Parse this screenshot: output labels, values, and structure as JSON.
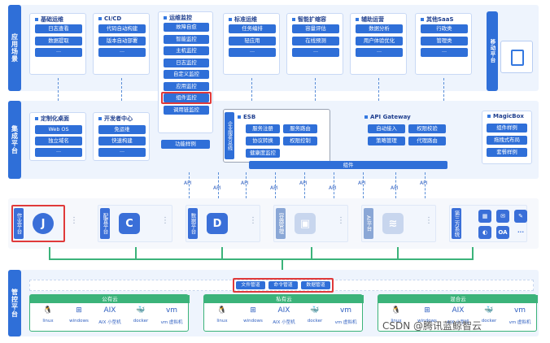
{
  "app_layer": {
    "label": "应用场景",
    "cards": [
      {
        "title": "基础运维",
        "items": [
          "日志查看",
          "数据提取",
          "···"
        ]
      },
      {
        "title": "CI/CD",
        "items": [
          "代码自动构建",
          "版本自动部署",
          "···"
        ]
      },
      {
        "title": "运维监控",
        "items": [
          "故障自愈",
          "智能监控",
          "主机监控",
          "日志监控",
          "自定义监控",
          "应用监控",
          "组件监控",
          "调用链监控"
        ]
      },
      {
        "title": "标准运维",
        "items": [
          "任务编排",
          "轻应用",
          "···"
        ]
      },
      {
        "title": "智能扩缩容",
        "items": [
          "容量评估",
          "在线预测",
          "···"
        ]
      },
      {
        "title": "辅助运营",
        "items": [
          "数据分析",
          "用户体验优化",
          "···"
        ]
      },
      {
        "title": "其他SaaS",
        "items": [
          "行政类",
          "管理类",
          "···"
        ]
      }
    ],
    "mobile_label": "移动平台"
  },
  "integration_layer": {
    "label": "集成平台",
    "desktop": {
      "title": "定制化桌面",
      "items": [
        "Web OS",
        "独立域名",
        "···"
      ]
    },
    "devcenter": {
      "title": "开发者中心",
      "items": [
        "免运维",
        "快速构建",
        "···"
      ]
    },
    "func_sample": "功能样例",
    "enterprise_label": "企业服务总线",
    "esb": {
      "title": "ESB",
      "items": [
        "服务注册",
        "服务路由",
        "协议转换",
        "权限控制",
        "健康度监控"
      ]
    },
    "gateway": {
      "title": "API Gateway",
      "items": [
        "自动接入",
        "权限校验",
        "策略管理",
        "代理路由"
      ]
    },
    "magicbox": {
      "title": "MagicBox",
      "items": [
        "组件样例",
        "拖拽式布局",
        "套餐样例"
      ]
    },
    "component_bar": "组件"
  },
  "api_labels": [
    "API",
    "API",
    "API",
    "API",
    "API",
    "API",
    "API",
    "API",
    "API"
  ],
  "platform_layer": {
    "modules": [
      {
        "label": "作业平台",
        "icon": "J"
      },
      {
        "label": "配置平台",
        "icon": "C"
      },
      {
        "label": "数据平台",
        "icon": "D"
      },
      {
        "label": "容器管理",
        "icon": "▣"
      },
      {
        "label": "AI平台",
        "icon": "≋"
      },
      {
        "label": "第三方系统",
        "icon": "⊞"
      }
    ],
    "more": "⋮",
    "third_party_apps": [
      "▦",
      "✉",
      "✎",
      "◐",
      "OA",
      "···"
    ]
  },
  "control_layer": {
    "label": "管控平台",
    "pipes": [
      "文件管道",
      "命令管道",
      "数据管道"
    ],
    "clouds": [
      {
        "name": "公有云",
        "os": [
          "linux",
          "windows",
          "AIX 小型机",
          "docker",
          "vm 虚拟机"
        ]
      },
      {
        "name": "私有云",
        "os": [
          "linux",
          "windows",
          "AIX 小型机",
          "docker",
          "vm 虚拟机"
        ]
      },
      {
        "name": "混合云",
        "os": [
          "linux",
          "windows",
          "AIX 小型机",
          "docker",
          "vm 虚拟机"
        ]
      }
    ]
  },
  "watermark": "CSDN @腾讯蓝鲸智云",
  "colors": {
    "primary": "#2f6fd8",
    "highlight": "#e03a3a",
    "arrow_green": "#3bb37a",
    "band": "#eef4fd"
  }
}
